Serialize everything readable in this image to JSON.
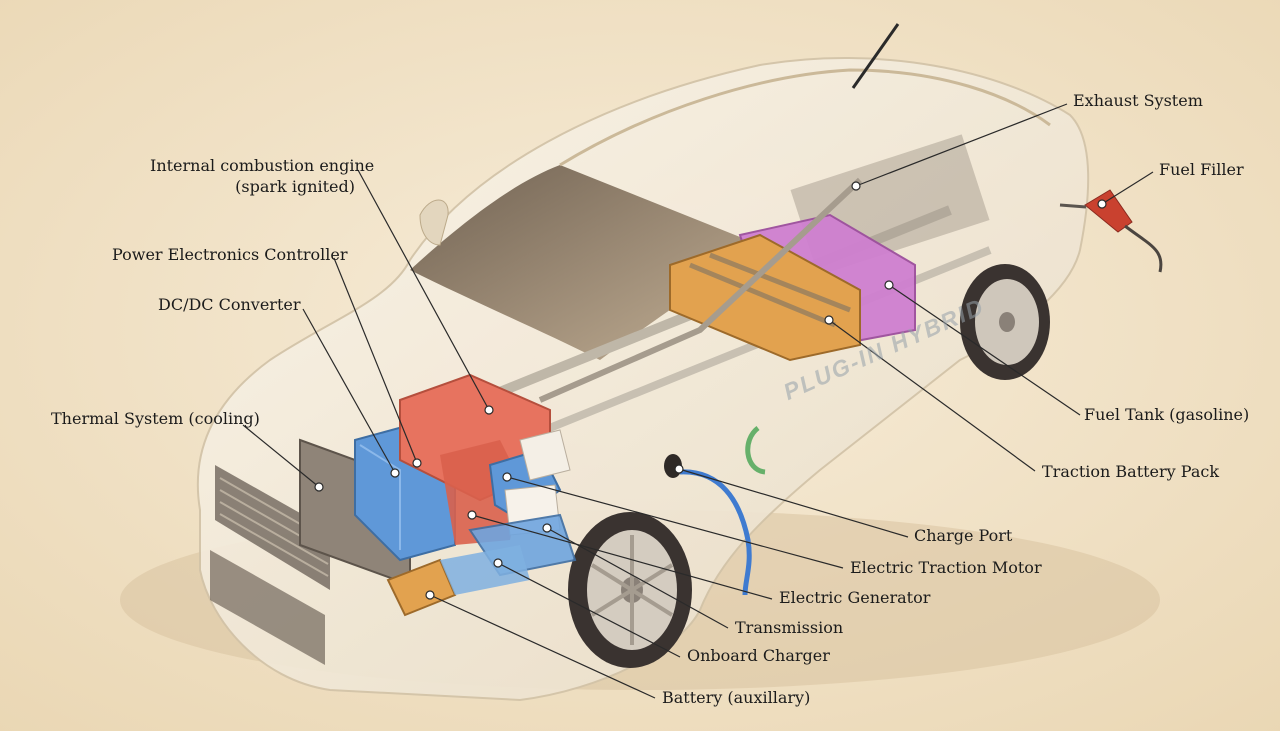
{
  "colors": {
    "background": "#f1e2c6",
    "engine": "#e7735f",
    "battery_pack": "#e2a24f",
    "fuel_tank": "#cf7fd0",
    "power_electronics": "#5f98d8",
    "label_text": "#1b1b1b"
  },
  "car_badge": "PLUG-IN HYBRID",
  "labels": {
    "ice_line1": "Internal combustion engine",
    "ice_line2": "(spark ignited)",
    "power_electronics": "Power Electronics Controller",
    "dcdc": "DC/DC Converter",
    "thermal": "Thermal System (cooling)",
    "exhaust": "Exhaust System",
    "fuel_filler": "Fuel Filler",
    "fuel_tank": "Fuel Tank (gasoline)",
    "traction_battery": "Traction Battery Pack",
    "charge_port": "Charge Port",
    "traction_motor": "Electric Traction Motor",
    "generator": "Electric Generator",
    "transmission": "Transmission",
    "onboard_charger": "Onboard Charger",
    "aux_battery": "Battery (auxillary)"
  }
}
